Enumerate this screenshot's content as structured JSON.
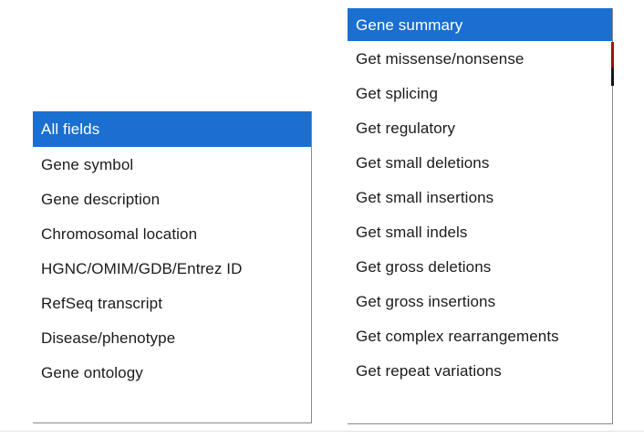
{
  "theme": {
    "selection_color": "#1a6fd0",
    "selection_text_color": "#ffffff",
    "text_color": "#1b1b1b",
    "background_color": "#ffffff",
    "border_color": "#8a8a8a",
    "marker_color": "#a51414"
  },
  "fields_listbox": {
    "name": "search-field-selector",
    "selected_value": "All fields",
    "options": [
      {
        "label": "All fields",
        "selected": true
      },
      {
        "label": "Gene symbol",
        "selected": false
      },
      {
        "label": "Gene description",
        "selected": false
      },
      {
        "label": "Chromosomal location",
        "selected": false
      },
      {
        "label": "HGNC/OMIM/GDB/Entrez ID",
        "selected": false
      },
      {
        "label": "RefSeq transcript",
        "selected": false
      },
      {
        "label": "Disease/phenotype",
        "selected": false
      },
      {
        "label": "Gene ontology",
        "selected": false
      }
    ]
  },
  "actions_listbox": {
    "name": "gene-action-selector",
    "selected_value": "Gene summary",
    "options": [
      {
        "label": "Gene summary",
        "selected": true
      },
      {
        "label": "Get missense/nonsense",
        "selected": false
      },
      {
        "label": "Get splicing",
        "selected": false
      },
      {
        "label": "Get regulatory",
        "selected": false
      },
      {
        "label": "Get small deletions",
        "selected": false
      },
      {
        "label": "Get small insertions",
        "selected": false
      },
      {
        "label": "Get small indels",
        "selected": false
      },
      {
        "label": "Get gross deletions",
        "selected": false
      },
      {
        "label": "Get gross insertions",
        "selected": false
      },
      {
        "label": "Get complex rearrangements",
        "selected": false
      },
      {
        "label": "Get repeat variations",
        "selected": false
      }
    ]
  }
}
